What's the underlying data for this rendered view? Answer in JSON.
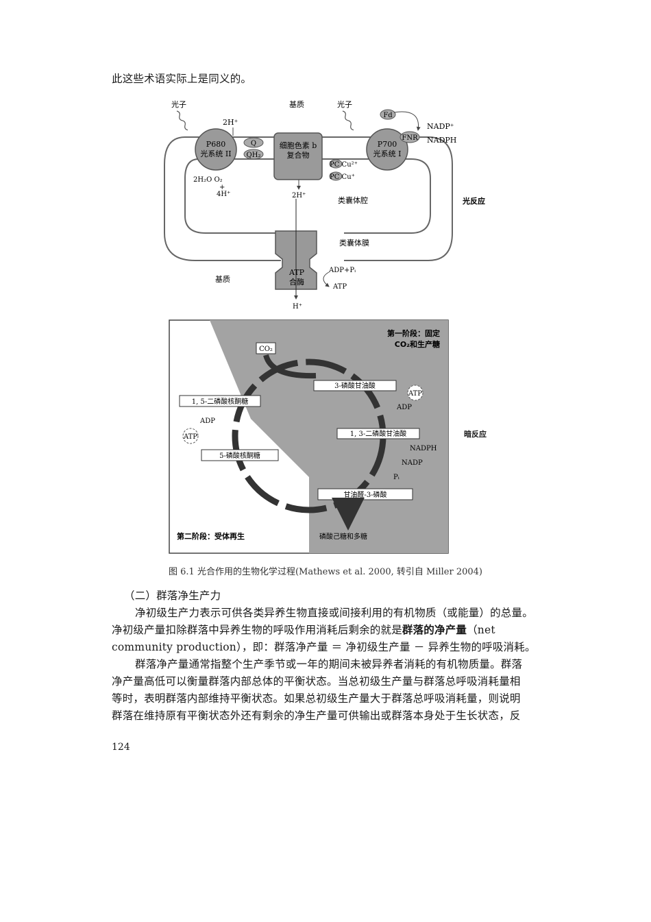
{
  "top_line": "此这些术语实际上是同义的。",
  "light_reaction": {
    "photon_left": "光子",
    "photon_right": "光子",
    "stroma_top": "基质",
    "h2_plus": "2H⁺",
    "p680_line1": "P680",
    "p680_line2": "光系统 II",
    "q_label": "Q",
    "qh2_label": "QH₂",
    "cytb_line1": "细胞色素 b",
    "cytb_line2": "复合物",
    "p700_line1": "P700",
    "p700_line2": "光系统 I",
    "fd_label": "Fd",
    "fnr_label": "FNR",
    "nadp_plus": "NADP⁺",
    "nadph": "NADPH",
    "pc_cu2": "PC  Cu²⁺",
    "pc_cu1": "PC  Cu⁺",
    "water_o2": "2H₂O  O₂",
    "plus": "+",
    "four_h": "4H⁺",
    "two_h_lumen": "2H⁺",
    "lumen": "类囊体腔",
    "membrane": "类囊体膜",
    "stroma_bottom": "基质",
    "atp_synthase_line1": "ATP",
    "atp_synthase_line2": "合酶",
    "adp_pi": "ADP+Pᵢ",
    "atp_out": "ATP",
    "h_out": "H⁺",
    "side_label": "光反应"
  },
  "dark_reaction": {
    "stage1_line1": "第一阶段：固定",
    "stage1_line2": "CO₂和生产糖",
    "co2": "CO₂",
    "pga": "3-磷酸甘油酸",
    "atp_right": "ATP",
    "adp_right": "ADP",
    "bpg": "1, 3-二磷酸甘油酸",
    "nadph": "NADPH",
    "nadp": "NADP",
    "pi": "Pᵢ",
    "g3p": "甘油醛-3-磷酸",
    "hexose": "磷酸己糖和多糖",
    "rubp": "1, 5-二磷酸核酮糖",
    "adp_left": "ADP",
    "atp_left": "ATP",
    "ru5p": "5-磷酸核酮糖",
    "stage2": "第二阶段：受体再生",
    "side_label": "暗反应"
  },
  "figure_caption": "图 6.1    光合作用的生物化学过程(Mathews et al. 2000, 转引自 Miller 2004)",
  "section_heading": "（二）群落净生产力",
  "paragraph1": {
    "line1": "净初级生产力表示可供各类异养生物直接或间接利用的有机物质（或能量）的总量。",
    "line2_pre": "净初级产量扣除群落中异养生物的呼吸作用消耗后剩余的就是",
    "line2_bold": "群落的净产量",
    "line2_post": "（net",
    "line3": "community production），即：群落净产量 ＝ 净初级生产量 － 异养生物的呼吸消耗。"
  },
  "paragraph2": {
    "line1": "群落净产量通常指整个生产季节或一年的期间未被异养者消耗的有机物质量。群落",
    "line2": "净产量高低可以衡量群落内部总体的平衡状态。当总初级生产量与群落总呼吸消耗量相",
    "line3": "等时，表明群落内部维持平衡状态。如果总初级生产量大于群落总呼吸消耗量，则说明",
    "line4": "群落在维持原有平衡状态外还有剩余的净生产量可供输出或群落本身处于生长状态，反"
  },
  "page_number": "124"
}
